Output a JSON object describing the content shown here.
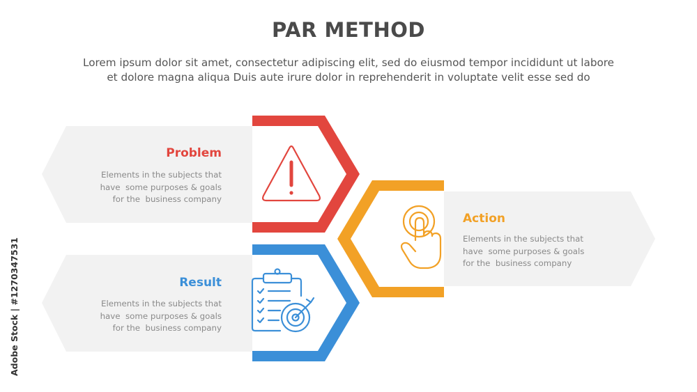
{
  "header": {
    "title": "PAR METHOD",
    "subtitle_line1": "Lorem ipsum dolor sit amet, consectetur adipiscing elit, sed do eiusmod tempor incididunt ut labore",
    "subtitle_line2": "et dolore magna aliqua Duis aute irure dolor in reprehenderit in voluptate velit esse sed do"
  },
  "items": [
    {
      "title": "Problem",
      "description": "Elements in the subjects that\nhave  some purposes & goals\nfor the  business company",
      "color": "#e2463e",
      "icon": "warning-triangle-icon"
    },
    {
      "title": "Action",
      "description": "Elements in the subjects that\nhave  some purposes & goals\nfor the  business company",
      "color": "#f2a126",
      "icon": "hand-pointer-icon"
    },
    {
      "title": "Result",
      "description": "Elements in the subjects that\nhave  some purposes & goals\nfor the  business company",
      "color": "#3b8fd8",
      "icon": "clipboard-target-icon"
    }
  ],
  "watermark": {
    "side_credit": "Adobe Stock | #1270347531"
  },
  "colors": {
    "card_background": "#f2f2f2",
    "title_text": "#4a4a4a"
  }
}
